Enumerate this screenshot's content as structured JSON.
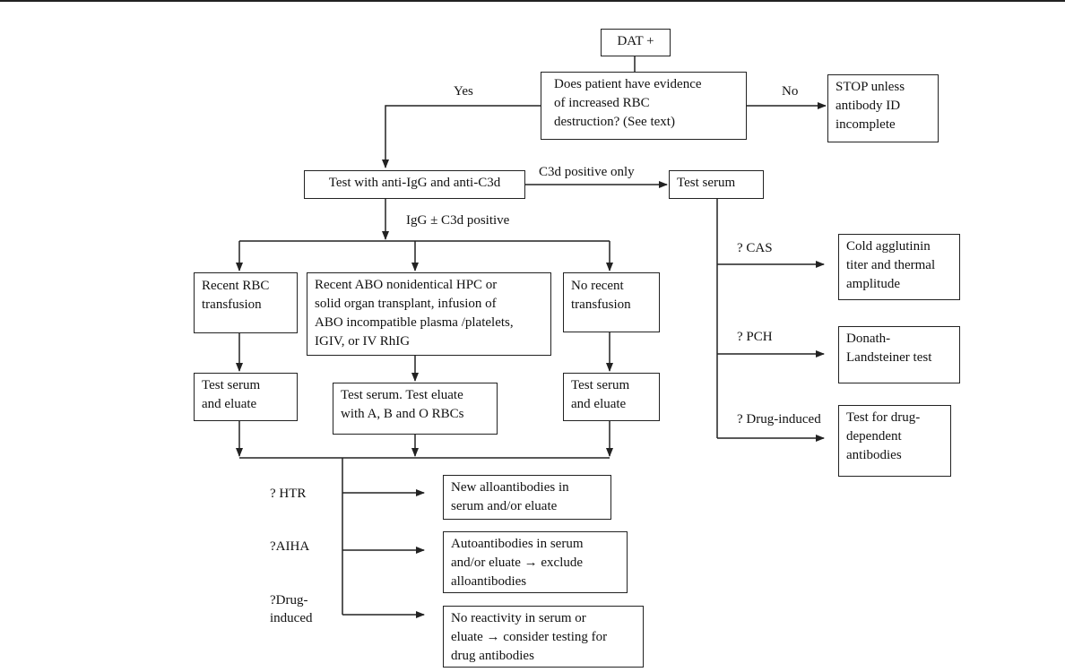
{
  "boxes": {
    "dat": "DAT +",
    "question": "Does patient have evidence\nof increased RBC\ndestruction? (See text)",
    "stop": "STOP unless\nantibody ID\nincomplete",
    "test_anti": "Test with anti-IgG and anti-C3d",
    "test_serum_right": "Test serum",
    "recent_rbc": "Recent RBC\ntransfusion",
    "recent_abo": "Recent ABO nonidentical HPC or\nsolid organ transplant, infusion of\nABO incompatible plasma /platelets,\nIGIV, or IV RhIG",
    "no_recent": "No recent\ntransfusion",
    "test_se_left": "Test serum\nand eluate",
    "test_se_mid": "Test serum. Test eluate\nwith A, B and O RBCs",
    "test_se_right": "Test serum\nand eluate",
    "cold": "Cold agglutinin\ntiter and thermal\namplitude",
    "donath": "Donath-\nLandsteiner test",
    "drug_dep": "Test for drug-\ndependent\nantibodies",
    "new_allo": "New alloantibodies in\nserum and/or eluate",
    "auto": "Autoantibodies in serum\nand/or eluate → exclude\nalloantibodies",
    "no_react": "No reactivity in serum or\neluate → consider testing for\ndrug antibodies"
  },
  "labels": {
    "yes": "Yes",
    "no": "No",
    "c3d_only": "C3d positive only",
    "igg_c3d": "IgG ± C3d positive",
    "cas": "? CAS",
    "pch": "? PCH",
    "drug_right": "? Drug-induced",
    "htr": "? HTR",
    "aiha": "?AIHA",
    "drug_left": "?Drug-\ninduced"
  }
}
